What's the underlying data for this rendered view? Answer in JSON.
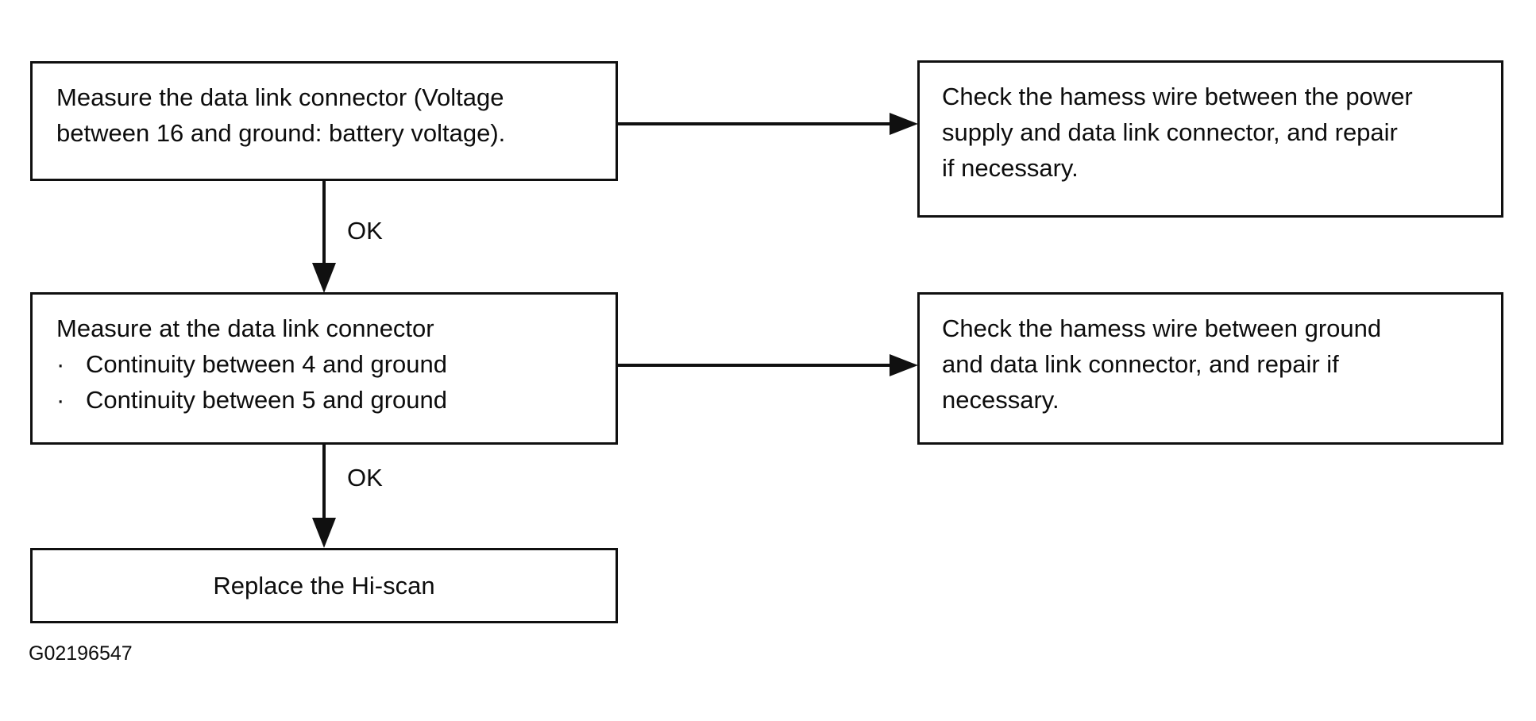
{
  "figure": {
    "caption": "G02196547"
  },
  "flowchart": {
    "ok_label": "OK",
    "bullet_char": "·",
    "nodes": {
      "step1": {
        "text": "Measure the data link connector (Voltage\nbetween 16 and ground: battery voltage)."
      },
      "fail1": {
        "text": "Check the hamess wire between the power\nsupply and data link connector, and repair\nif necessary."
      },
      "step2": {
        "title": "Measure at the data link connector",
        "bullets": [
          "Continuity between 4 and ground",
          "Continuity between 5 and ground"
        ]
      },
      "fail2": {
        "text": "Check the hamess wire between ground\nand data link connector, and repair if\nnecessary."
      },
      "step3": {
        "text": "Replace the Hi-scan"
      }
    },
    "edges": [
      {
        "from": "step1",
        "to": "fail1",
        "direction": "right",
        "label": ""
      },
      {
        "from": "step1",
        "to": "step2",
        "direction": "down",
        "label": "OK"
      },
      {
        "from": "step2",
        "to": "fail2",
        "direction": "right",
        "label": ""
      },
      {
        "from": "step2",
        "to": "step3",
        "direction": "down",
        "label": "OK"
      }
    ]
  }
}
